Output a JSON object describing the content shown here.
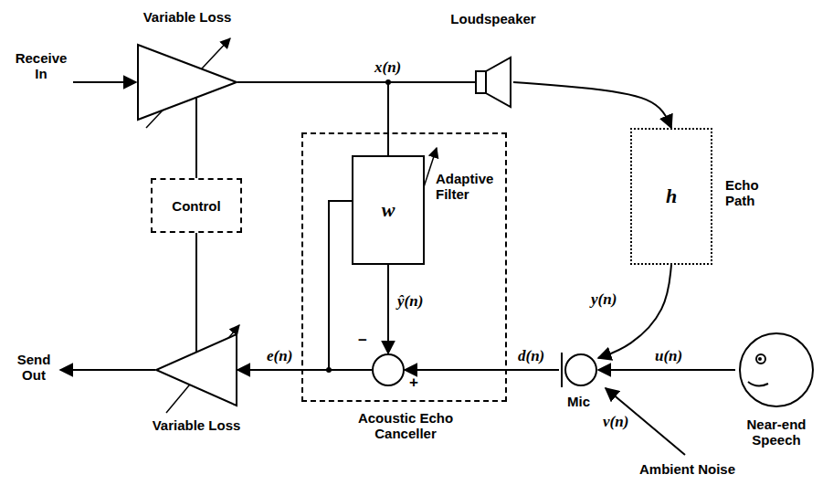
{
  "diagram": {
    "nodes": [
      {
        "text": [
          "Variable Loss"
        ]
      },
      {
        "text": [
          "Loudspeaker"
        ]
      },
      {
        "text": [
          "Control"
        ]
      },
      {
        "text": [
          "Acoustic Echo Canceller"
        ]
      },
      {
        "text": [
          "w",
          "Adaptive Filter"
        ],
        "in": 3
      },
      {
        "text": [
          "−",
          "+"
        ],
        "in": 3
      },
      {
        "text": [
          "h",
          "Echo Path"
        ]
      },
      {
        "text": [
          "Mic"
        ]
      },
      {
        "text": [
          "Near-end Speech"
        ]
      },
      {
        "text": [
          "Variable Loss"
        ]
      }
    ],
    "edges": [
      {
        "from": 0,
        "to": 1,
        "arrow": "none",
        "label": "x(n)"
      },
      {
        "from": 0,
        "to": 4,
        "arrow": "none"
      },
      {
        "from": 1,
        "to": 6,
        "arrow": "to"
      },
      {
        "from": 6,
        "to": 7,
        "arrow": "to",
        "label": "y(n)"
      },
      {
        "from": 8,
        "to": 7,
        "arrow": "to",
        "label": "u(n)"
      },
      {
        "from": 7,
        "to": 5,
        "arrow": "to",
        "label": "d(n)"
      },
      {
        "from": 4,
        "to": 5,
        "arrow": "to",
        "label": "ŷ(n)"
      },
      {
        "from": 5,
        "to": 9,
        "arrow": "to",
        "label": "e(n)"
      },
      {
        "from": 5,
        "to": 4,
        "arrow": "none"
      },
      {
        "from": 2,
        "to": 0,
        "arrow": "none"
      },
      {
        "from": 2,
        "to": 9,
        "arrow": "none"
      }
    ],
    "labels": [
      "Receive In",
      "Send Out",
      "v(n)",
      "Ambient Noise"
    ]
  }
}
